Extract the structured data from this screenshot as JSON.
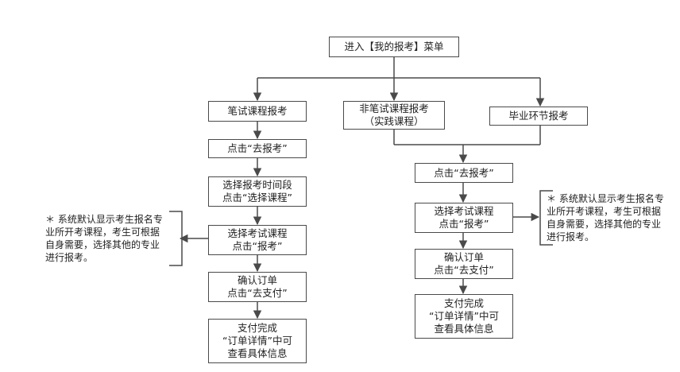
{
  "diagram": {
    "colors": {
      "line": "#4a4a4a",
      "box_border": "#4a4a4a",
      "text": "#222222"
    },
    "start": {
      "label": "进入【我的报考】菜单"
    },
    "categories": {
      "written": "笔试课程报考",
      "practical_line1": "非笔试课程报考",
      "practical_line2": "（实践课程）",
      "graduation": "毕业环节报考"
    },
    "left_steps": {
      "go_register": "点击“去报考”",
      "period_line1": "选择报考时间段",
      "period_line2": "点击“选择课程”",
      "select_line1": "选择考试课程",
      "select_line2": "点击“报考”",
      "confirm_line1": "确认订单",
      "confirm_line2": "点击“去支付”",
      "done_line1": "支付完成",
      "done_line2": "“订单详情”中可",
      "done_line3": "查看具体信息"
    },
    "right_steps": {
      "go_register": "点击“去报考”",
      "select_line1": "选择考试课程",
      "select_line2": "点击“报考”",
      "confirm_line1": "确认订单",
      "confirm_line2": "点击“去支付”",
      "done_line1": "支付完成",
      "done_line2": "“订单详情”中可",
      "done_line3": "查看具体信息"
    },
    "notes": {
      "left": [
        "＊ 系统默认显示考生报名专",
        "业所开考课程，考生可根据",
        "自身需要，选择其他的专业",
        "进行报考。"
      ],
      "right": [
        "＊ 系统默认显示考生报名专",
        "业所开考课程，考生可根据",
        "自身需要，选择其他的专业",
        "进行报考。"
      ]
    }
  }
}
